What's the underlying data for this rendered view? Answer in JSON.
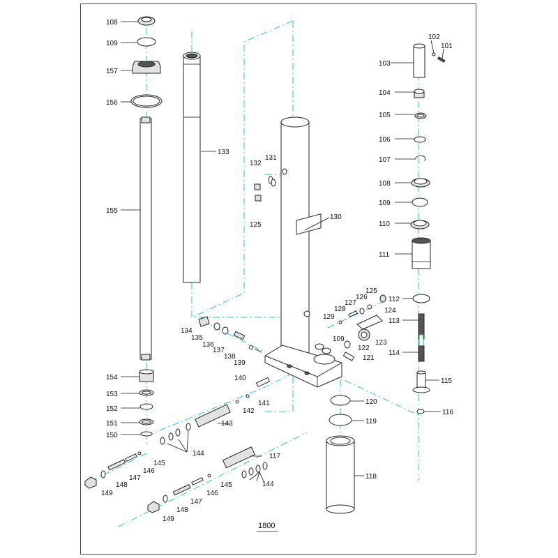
{
  "drawing": {
    "number": "1800",
    "axis_color": "#21c4d6",
    "line_color": "#222222",
    "callouts": [
      {
        "id": "108a",
        "text": "108"
      },
      {
        "id": "109a",
        "text": "109"
      },
      {
        "id": "157",
        "text": "157"
      },
      {
        "id": "156",
        "text": "156"
      },
      {
        "id": "155",
        "text": "155"
      },
      {
        "id": "154",
        "text": "154"
      },
      {
        "id": "153",
        "text": "153"
      },
      {
        "id": "152",
        "text": "152"
      },
      {
        "id": "151",
        "text": "151"
      },
      {
        "id": "150",
        "text": "150"
      },
      {
        "id": "133",
        "text": "133"
      },
      {
        "id": "132",
        "text": "132"
      },
      {
        "id": "131",
        "text": "131"
      },
      {
        "id": "125a",
        "text": "125"
      },
      {
        "id": "130",
        "text": "130"
      },
      {
        "id": "134",
        "text": "134"
      },
      {
        "id": "135",
        "text": "135"
      },
      {
        "id": "136",
        "text": "136"
      },
      {
        "id": "137",
        "text": "137"
      },
      {
        "id": "138",
        "text": "138"
      },
      {
        "id": "139",
        "text": "139"
      },
      {
        "id": "140",
        "text": "140"
      },
      {
        "id": "141",
        "text": "141"
      },
      {
        "id": "142",
        "text": "142"
      },
      {
        "id": "143",
        "text": "143"
      },
      {
        "id": "144a",
        "text": "144"
      },
      {
        "id": "145a",
        "text": "145"
      },
      {
        "id": "146a",
        "text": "146"
      },
      {
        "id": "147a",
        "text": "147"
      },
      {
        "id": "148a",
        "text": "148"
      },
      {
        "id": "149a",
        "text": "149"
      },
      {
        "id": "117",
        "text": "117"
      },
      {
        "id": "144b",
        "text": "144"
      },
      {
        "id": "145b",
        "text": "145"
      },
      {
        "id": "146b",
        "text": "146"
      },
      {
        "id": "147b",
        "text": "147"
      },
      {
        "id": "148b",
        "text": "148"
      },
      {
        "id": "149b",
        "text": "149"
      },
      {
        "id": "125b",
        "text": "125"
      },
      {
        "id": "126",
        "text": "126"
      },
      {
        "id": "127",
        "text": "127"
      },
      {
        "id": "128",
        "text": "128"
      },
      {
        "id": "124",
        "text": "124"
      },
      {
        "id": "129",
        "text": "129"
      },
      {
        "id": "109c",
        "text": "109"
      },
      {
        "id": "122",
        "text": "122"
      },
      {
        "id": "123",
        "text": "123"
      },
      {
        "id": "121",
        "text": "121"
      },
      {
        "id": "120",
        "text": "120"
      },
      {
        "id": "119",
        "text": "119"
      },
      {
        "id": "118",
        "text": "118"
      },
      {
        "id": "102",
        "text": "102"
      },
      {
        "id": "101",
        "text": "101"
      },
      {
        "id": "103",
        "text": "103"
      },
      {
        "id": "104",
        "text": "104"
      },
      {
        "id": "105",
        "text": "105"
      },
      {
        "id": "106",
        "text": "106"
      },
      {
        "id": "107",
        "text": "107"
      },
      {
        "id": "108b",
        "text": "108"
      },
      {
        "id": "109b",
        "text": "109"
      },
      {
        "id": "110",
        "text": "110"
      },
      {
        "id": "111",
        "text": "111"
      },
      {
        "id": "112",
        "text": "112"
      },
      {
        "id": "113",
        "text": "113"
      },
      {
        "id": "114",
        "text": "114"
      },
      {
        "id": "115",
        "text": "115"
      },
      {
        "id": "116",
        "text": "116"
      }
    ]
  }
}
